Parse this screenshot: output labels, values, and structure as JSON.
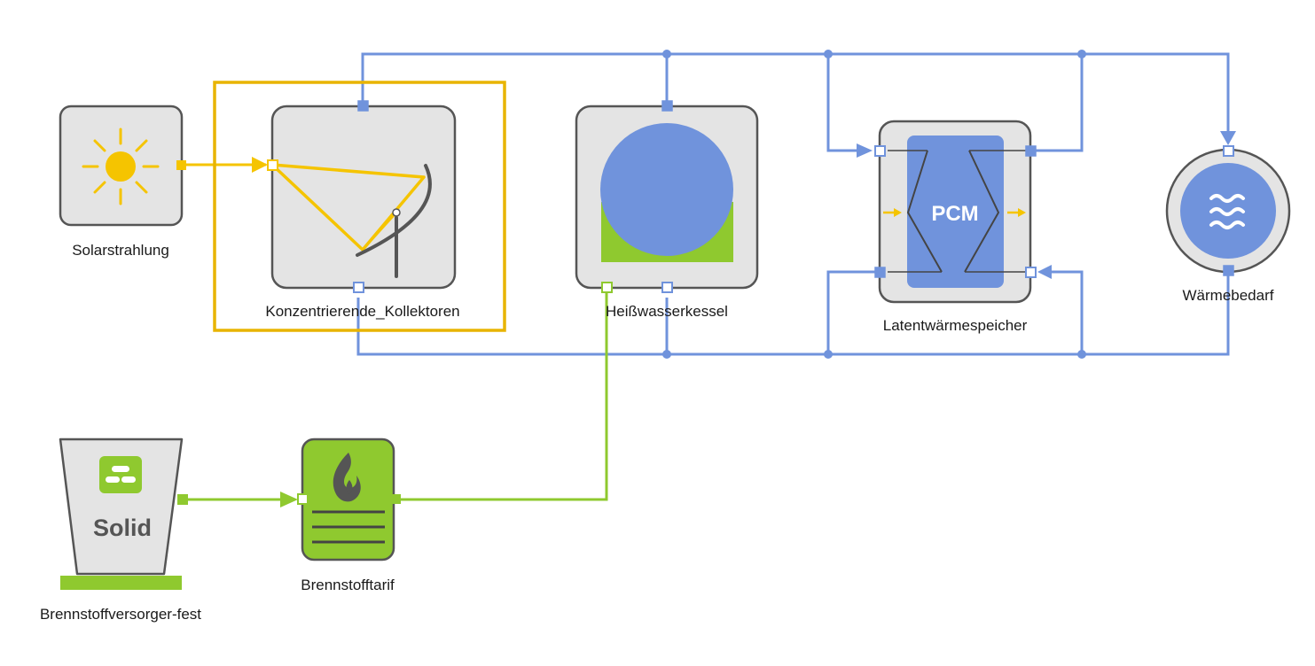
{
  "colors": {
    "heat": "#7093dc",
    "solar": "#f5c400",
    "fuel": "#8fc92f",
    "node_fill": "#e4e4e4",
    "node_stroke": "#555555",
    "selection": "#e8b400"
  },
  "nodes": {
    "solar": {
      "label": "Solarstrahlung",
      "icon": "sun-icon"
    },
    "collector": {
      "label": "Konzentrierende_Kollektoren",
      "icon": "parabolic-collector-icon",
      "selected": true
    },
    "boiler": {
      "label": "Heißwasserkessel",
      "icon": "boiler-tank-icon"
    },
    "storage": {
      "label": "Latentwärmespeicher",
      "icon": "pcm-storage-icon",
      "inner_text": "PCM"
    },
    "demand": {
      "label": "Wärmebedarf",
      "icon": "heat-waves-icon"
    },
    "supplier": {
      "label": "Brennstoffversorger-fest",
      "icon": "solid-fuel-icon",
      "inner_text": "Solid"
    },
    "tariff": {
      "label": "Brennstofftarif",
      "icon": "flame-tariff-icon"
    }
  }
}
